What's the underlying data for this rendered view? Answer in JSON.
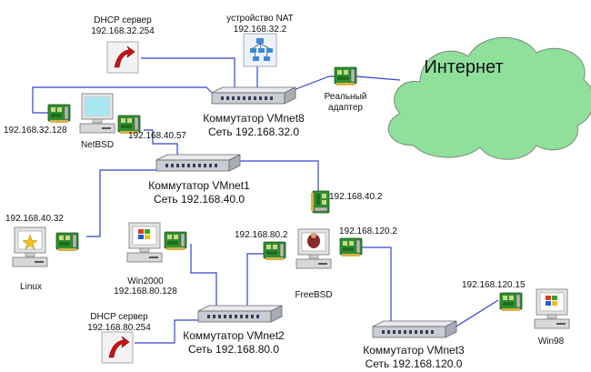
{
  "cloud": {
    "label": "Интернет"
  },
  "nat": {
    "title": "устройство NAT",
    "ip": "192.168.32.2"
  },
  "real_adapter": {
    "line1": "Реальный",
    "line2": "адаптер"
  },
  "dhcp1": {
    "title": "DHCP сервер",
    "ip": "192.168.32.254"
  },
  "dhcp2": {
    "title": "DHCP сервер",
    "ip": "192.168.80.254"
  },
  "vmnet8": {
    "name": "Коммутатор VMnet8",
    "net": "Сеть 192.168.32.0"
  },
  "vmnet1": {
    "name": "Коммутатор VMnet1",
    "net": "Сеть 192.168.40.0"
  },
  "vmnet2": {
    "name": "Коммутатор VMnet2",
    "net": "Сеть 192.168.80.0"
  },
  "vmnet3": {
    "name": "Коммутатор VMnet3",
    "net": "Сеть 192.168.120.0"
  },
  "netbsd": {
    "name": "NetBSD",
    "ip1": "192.168.32.128",
    "ip2": "192.168.40.57"
  },
  "linux": {
    "name": "Linux",
    "ip": "192.168.40.32"
  },
  "win2000": {
    "name": "Win2000",
    "ip": "192.168.80.128"
  },
  "freebsd": {
    "name": "FreeBSD",
    "ip1": "192.168.40.2",
    "ip2": "192.168.80.2",
    "ip3": "192.168.120.2"
  },
  "win98": {
    "name": "Win98",
    "ip": "192.168.120.15"
  },
  "colors": {
    "wire": "#3344cc",
    "cloud": "#8fe09a",
    "cloud_stroke": "#7a8a7a",
    "nic": "#2e8b2e",
    "switch": "#c9ccd2"
  }
}
